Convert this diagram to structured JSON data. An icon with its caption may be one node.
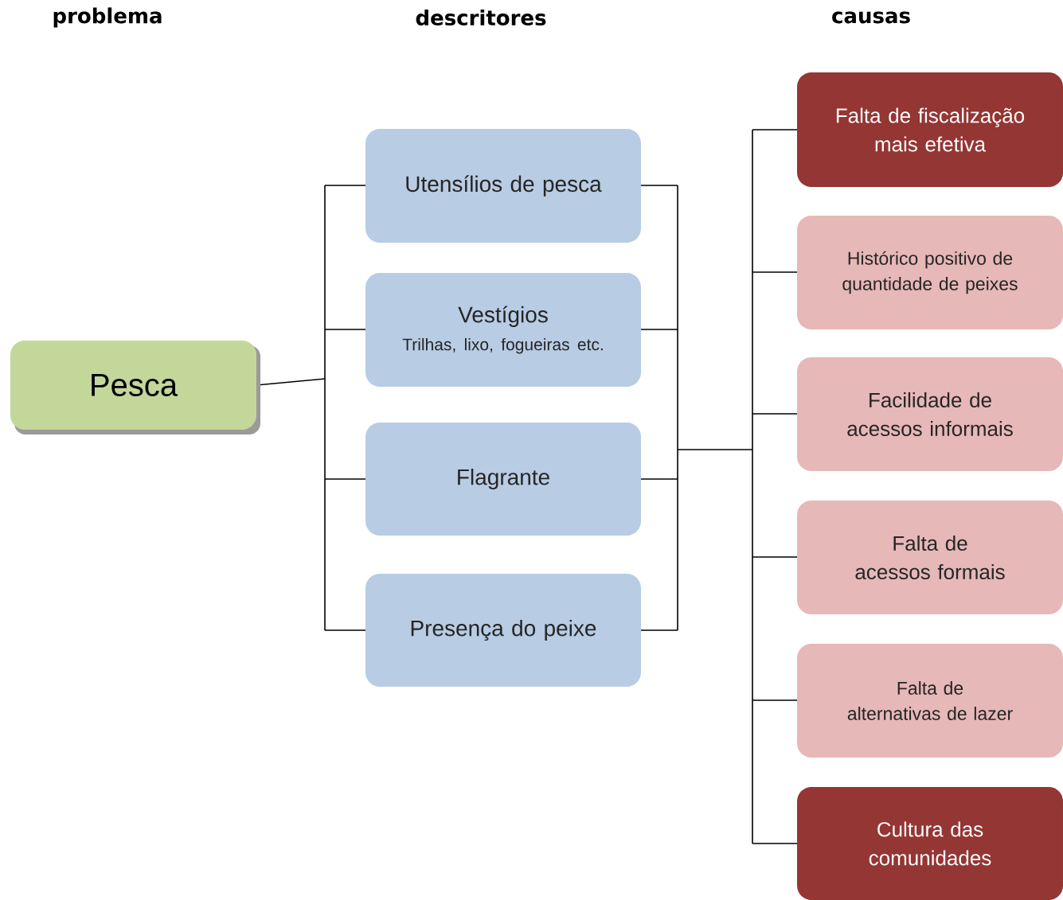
{
  "diagram": {
    "nodes": [
      {
        "text": [
          "Pesca"
        ]
      },
      {
        "text": [
          "Utensílios de pesca"
        ]
      },
      {
        "text": [
          "Vestígios",
          "Trilhas, lixo, fogueiras etc."
        ]
      },
      {
        "text": [
          "Flagrante"
        ]
      },
      {
        "text": [
          "Presença do peixe"
        ]
      },
      {
        "text": [
          "Falta de fiscalização mais efetiva"
        ]
      },
      {
        "text": [
          "Histórico positivo de quantidade de peixes"
        ]
      },
      {
        "text": [
          "Facilidade de acessos informais"
        ]
      },
      {
        "text": [
          "Falta de acessos formais"
        ]
      },
      {
        "text": [
          "Falta de alternativas de lazer"
        ]
      },
      {
        "text": [
          "Cultura das comunidades"
        ]
      }
    ],
    "edges": [
      {
        "from": 0,
        "to": 1,
        "arrow": "none"
      },
      {
        "from": 0,
        "to": 2,
        "arrow": "none"
      },
      {
        "from": 0,
        "to": 3,
        "arrow": "none"
      },
      {
        "from": 0,
        "to": 4,
        "arrow": "none"
      },
      {
        "from": 1,
        "to": 5,
        "arrow": "none"
      },
      {
        "from": 1,
        "to": 6,
        "arrow": "none"
      },
      {
        "from": 1,
        "to": 7,
        "arrow": "none"
      },
      {
        "from": 1,
        "to": 8,
        "arrow": "none"
      },
      {
        "from": 1,
        "to": 9,
        "arrow": "none"
      },
      {
        "from": 1,
        "to": 10,
        "arrow": "none"
      },
      {
        "from": 2,
        "to": 5,
        "arrow": "none"
      },
      {
        "from": 2,
        "to": 6,
        "arrow": "none"
      },
      {
        "from": 2,
        "to": 7,
        "arrow": "none"
      },
      {
        "from": 2,
        "to": 8,
        "arrow": "none"
      },
      {
        "from": 2,
        "to": 9,
        "arrow": "none"
      },
      {
        "from": 2,
        "to": 10,
        "arrow": "none"
      },
      {
        "from": 3,
        "to": 5,
        "arrow": "none"
      },
      {
        "from": 3,
        "to": 6,
        "arrow": "none"
      },
      {
        "from": 3,
        "to": 7,
        "arrow": "none"
      },
      {
        "from": 3,
        "to": 8,
        "arrow": "none"
      },
      {
        "from": 3,
        "to": 9,
        "arrow": "none"
      },
      {
        "from": 3,
        "to": 10,
        "arrow": "none"
      },
      {
        "from": 4,
        "to": 5,
        "arrow": "none"
      },
      {
        "from": 4,
        "to": 6,
        "arrow": "none"
      },
      {
        "from": 4,
        "to": 7,
        "arrow": "none"
      },
      {
        "from": 4,
        "to": 8,
        "arrow": "none"
      },
      {
        "from": 4,
        "to": 9,
        "arrow": "none"
      },
      {
        "from": 4,
        "to": 10,
        "arrow": "none"
      }
    ],
    "labels": [
      "problema",
      "descritores",
      "causas"
    ]
  }
}
